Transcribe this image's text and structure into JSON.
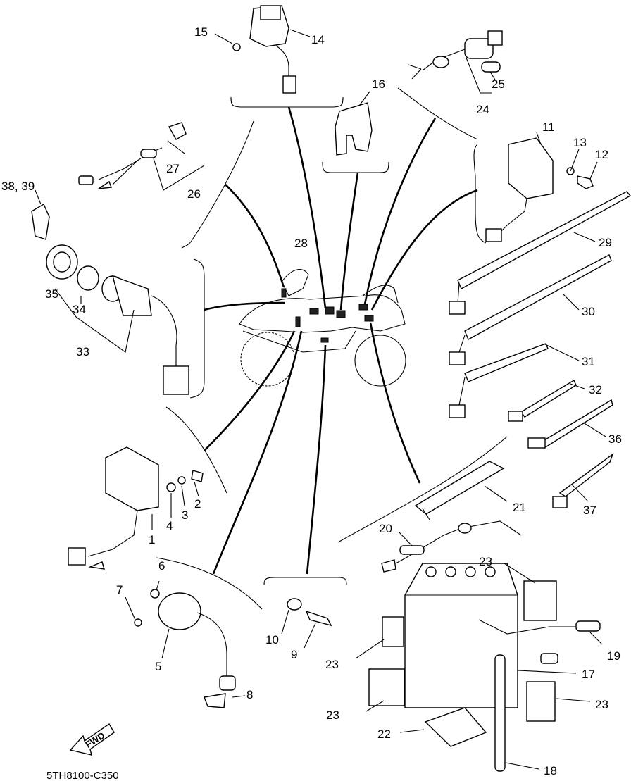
{
  "diagram": {
    "code": "5TH8100-C350",
    "fwd_label": "FWD",
    "part_labels": {
      "p1": "1",
      "p2": "2",
      "p3": "3",
      "p4": "4",
      "p5": "5",
      "p6": "6",
      "p7": "7",
      "p8": "8",
      "p9": "9",
      "p10": "10",
      "p11": "11",
      "p12": "12",
      "p13": "13",
      "p14": "14",
      "p15": "15",
      "p16": "16",
      "p17": "17",
      "p18": "18",
      "p19": "19",
      "p20": "20",
      "p21": "21",
      "p22": "22",
      "p23": "23",
      "p24": "24",
      "p25": "25",
      "p26": "26",
      "p27": "27",
      "p28": "28",
      "p29": "29",
      "p30": "30",
      "p31": "31",
      "p32": "32",
      "p33": "33",
      "p34": "34",
      "p35": "35",
      "p36": "36",
      "p37": "37",
      "p3839": "38, 39"
    }
  }
}
